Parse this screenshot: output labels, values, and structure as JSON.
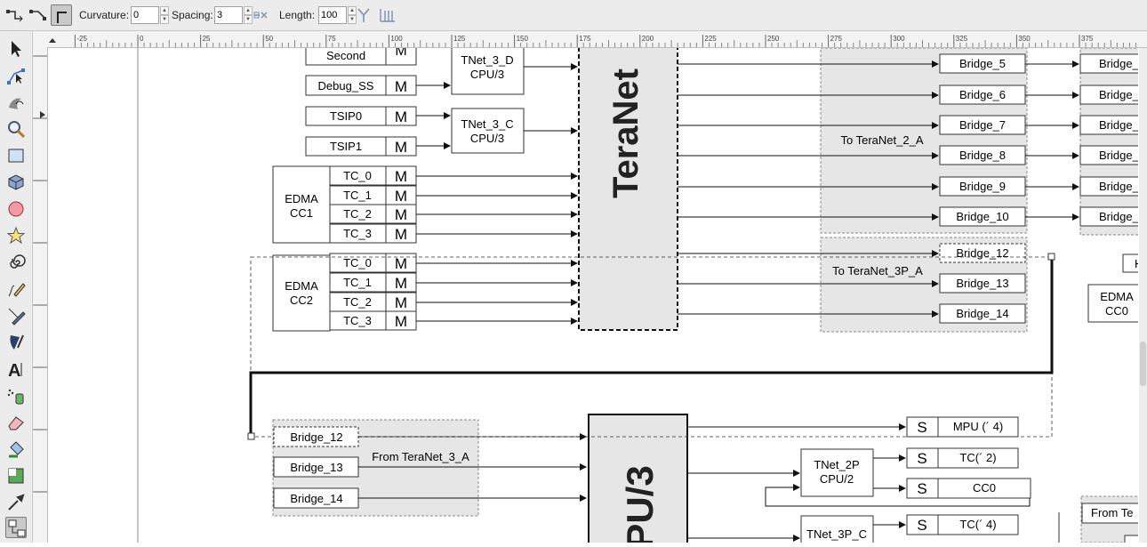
{
  "toolbar": {
    "curvature_label": "Curvature:",
    "curvature_value": "0",
    "spacing_label": "Spacing:",
    "spacing_value": "3",
    "length_label": "Length:",
    "length_value": "100"
  },
  "ruler": {
    "ticks": [
      "-25",
      "0",
      "25",
      "50",
      "75",
      "100",
      "125",
      "150",
      "175",
      "200",
      "225",
      "250",
      "275",
      "300",
      "325",
      "350",
      "375"
    ]
  },
  "diagram": {
    "teranet_label": "TeraNet",
    "pu3_label": "PU/3",
    "m_label": "M",
    "s_label": "S",
    "edma_cc1_line1": "EDMA",
    "edma_cc1_line2": "CC1",
    "edma_cc2_line1": "EDMA",
    "edma_cc2_line2": "CC2",
    "edma_cc0_line1": "EDMA",
    "edma_cc0_line2": "CC0",
    "masters_top": [
      "Second",
      "Debug_SS",
      "TSIP0",
      "TSIP1"
    ],
    "tc_cc1": [
      "TC_0",
      "TC_1",
      "TC_2",
      "TC_3"
    ],
    "tc_cc2": [
      "TC_0",
      "TC_1",
      "TC_2",
      "TC_3"
    ],
    "tnet_3d_line1": "TNet_3_D",
    "tnet_3d_line2": "CPU/3",
    "tnet_3c_line1": "TNet_3_C",
    "tnet_3c_line2": "CPU/3",
    "bridges_right": [
      "Bridge_5",
      "Bridge_6",
      "Bridge_7",
      "Bridge_8",
      "Bridge_9",
      "Bridge_10"
    ],
    "bridges_right_3p": [
      "Bridge_12",
      "Bridge_13",
      "Bridge_14"
    ],
    "to_teranet_2a": "To TeraNet_2_A",
    "to_teranet_3pa": "To TeraNet_3P_A",
    "bridges_far_right": [
      "Bridge_",
      "Bridge_",
      "Bridge_",
      "Bridge_",
      "Bridge_",
      "Bridge_"
    ],
    "bridges_bottom_left": [
      "Bridge_12",
      "Bridge_13",
      "Bridge_14"
    ],
    "from_teranet_3a": "From TeraNet_3_A",
    "tnet_2p_line1": "TNet_2P",
    "tnet_2p_line2": "CPU/2",
    "tnet_3pc_line1": "TNet_3P_C",
    "slaves": [
      "MPU (´ 4)",
      "TC(´ 2)",
      "CC0",
      "TC(´ 4)"
    ],
    "from_te": "From Te",
    "partial_h": "H"
  }
}
